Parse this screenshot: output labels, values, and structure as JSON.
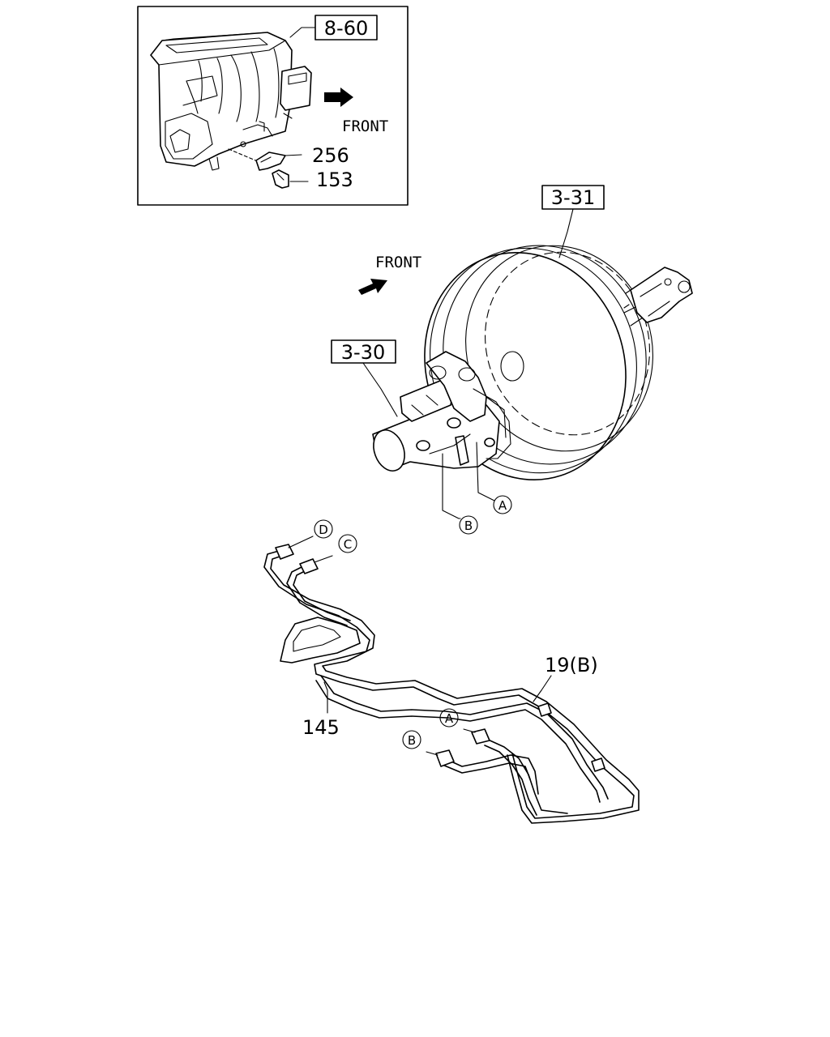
{
  "inset": {
    "ref_box": "8-60",
    "front_label": "FRONT",
    "part_256": "256",
    "part_153": "153"
  },
  "main": {
    "ref_booster": "3-31",
    "ref_master": "3-30",
    "front_label": "FRONT",
    "callout_a": "A",
    "callout_b": "B",
    "callout_c": "C",
    "callout_d": "D",
    "part_19b": "19(B)",
    "part_145": "145"
  }
}
